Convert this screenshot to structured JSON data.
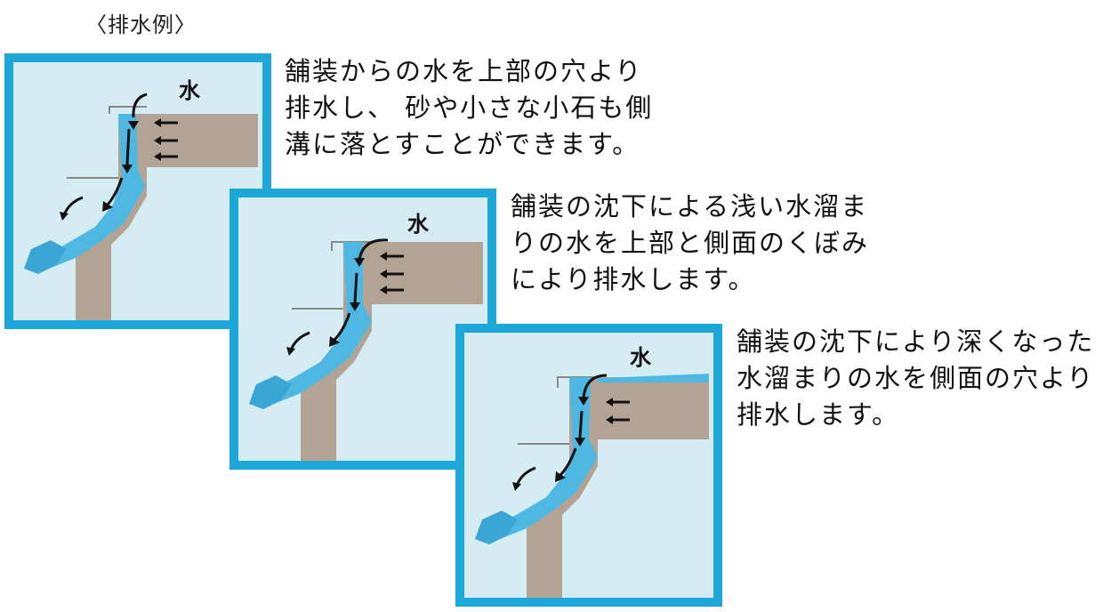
{
  "heading": "〈排水例〉",
  "water_label": "水",
  "colors": {
    "frame": "#1da7d8",
    "panel_bg": "#d6ecf3",
    "concrete": "#b3a394",
    "water": "#4fb8e2",
    "arrow": "#111111"
  },
  "examples": [
    {
      "lines": [
        "舗装からの水を上部の穴より",
        "排水し、 砂や小さな小石も側",
        "溝に落とすことができます。"
      ]
    },
    {
      "lines": [
        "舗装の沈下による浅い水溜ま",
        "りの水を上部と側面のくぼみ",
        "により排水します。"
      ]
    },
    {
      "lines": [
        "舗装の沈下により深くなった",
        "水溜まりの水を側面の穴より",
        "排水します。"
      ]
    }
  ]
}
